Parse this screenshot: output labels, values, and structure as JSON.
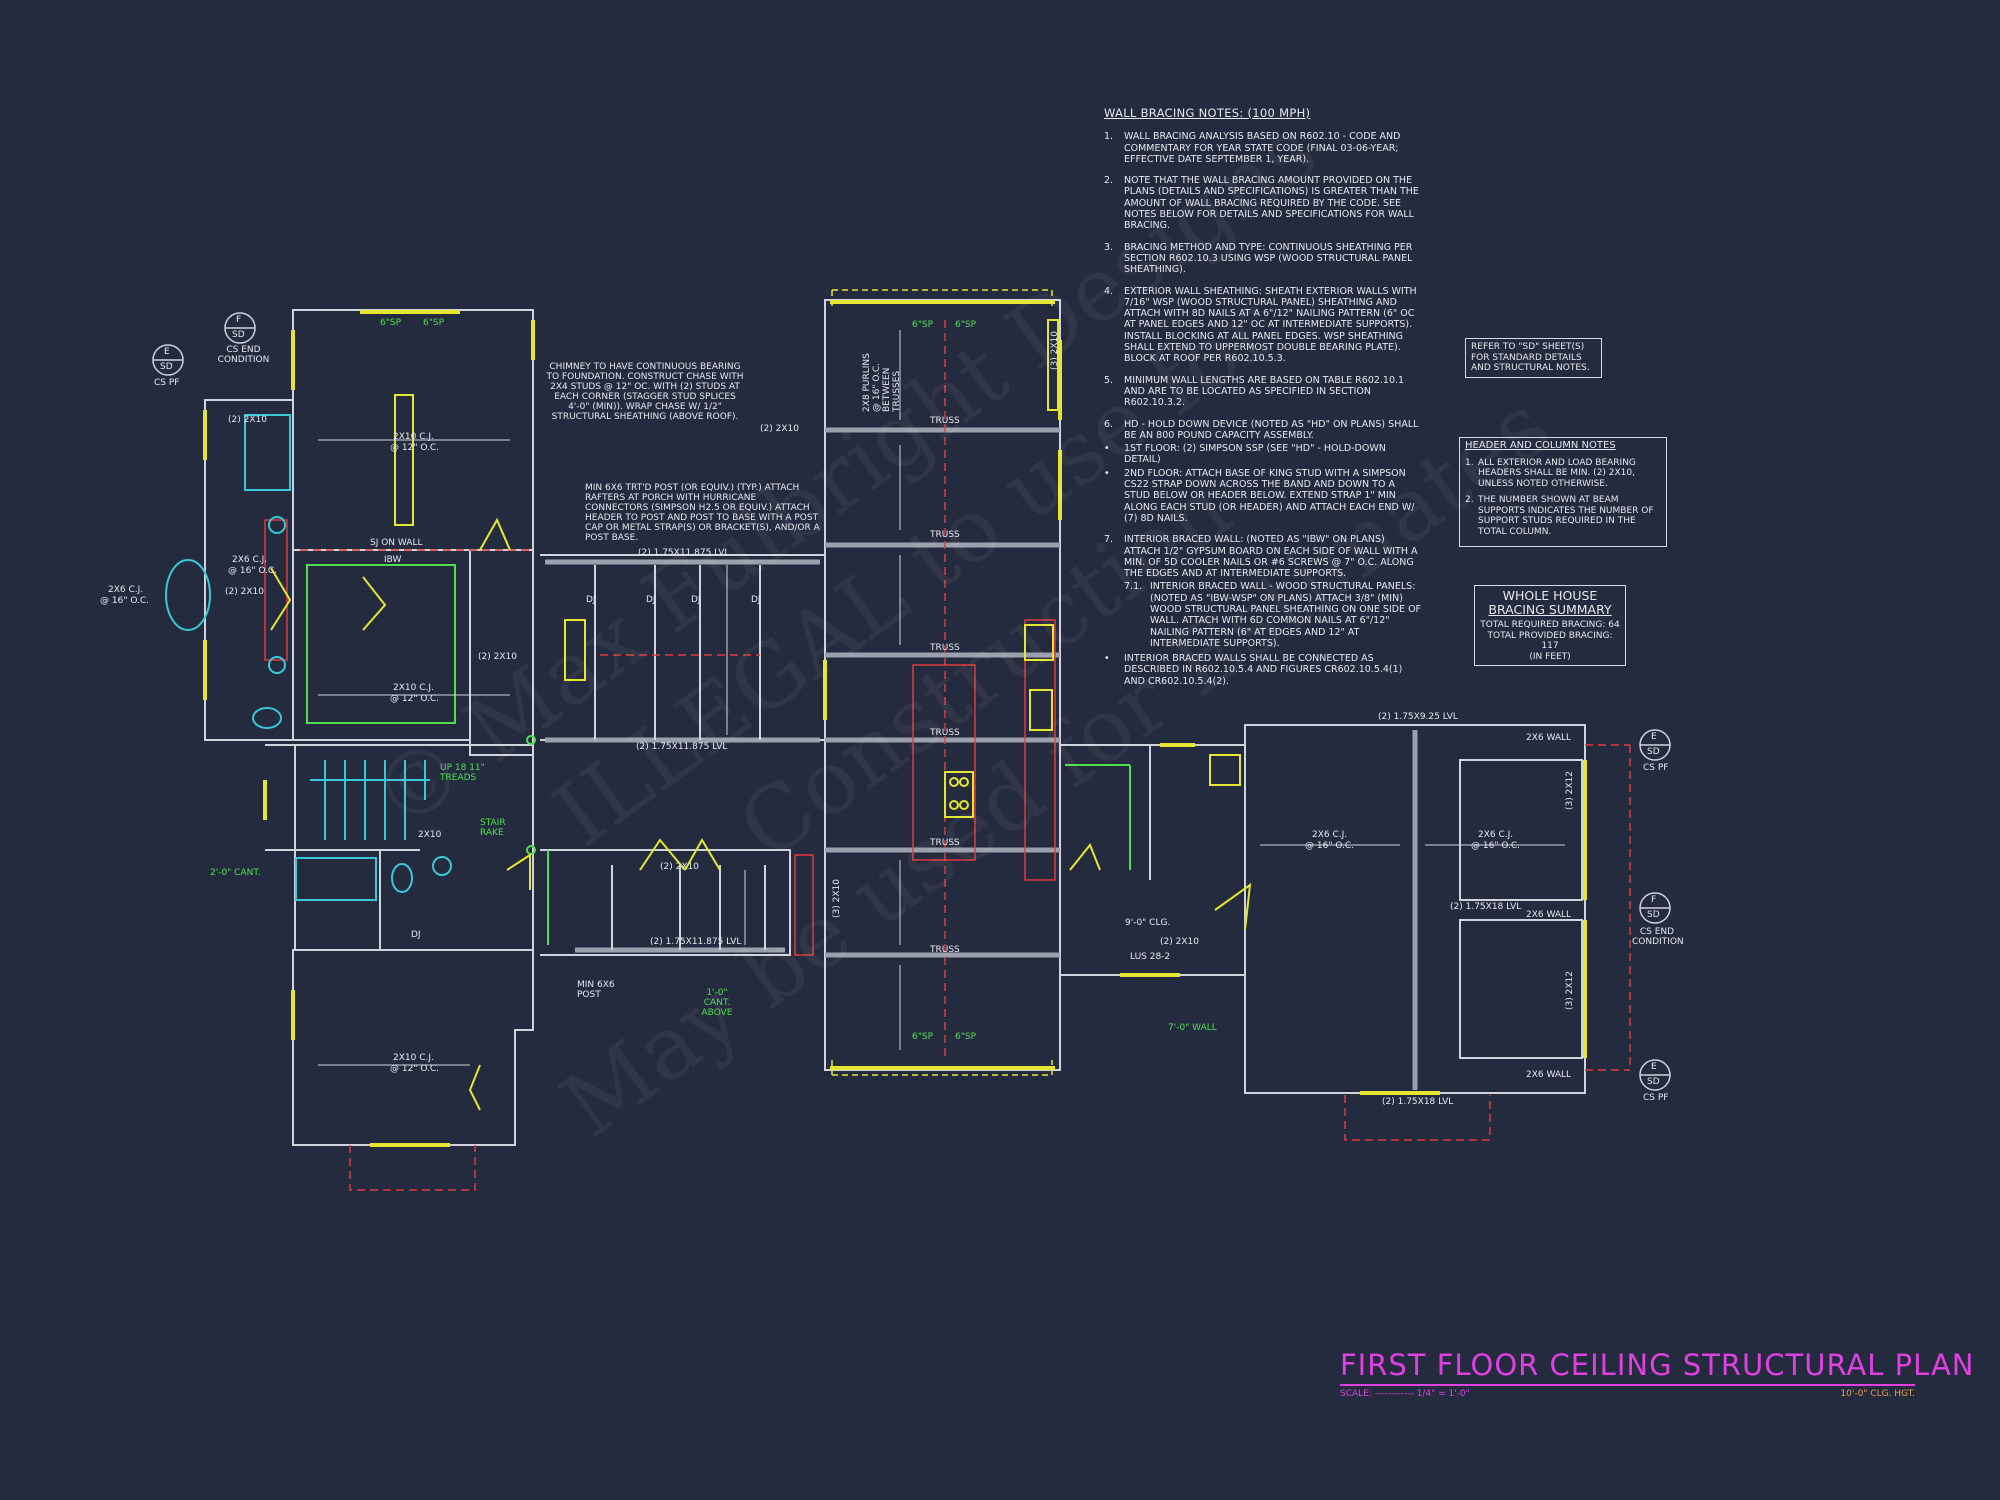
{
  "wall_bracing_notes": {
    "heading": "WALL BRACING NOTES: (100 MPH)",
    "items": [
      {
        "num": "1.",
        "text": "WALL BRACING ANALYSIS BASED ON R602.10 - CODE AND COMMENTARY FOR YEAR STATE CODE (FINAL 03-06-YEAR; EFFECTIVE DATE SEPTEMBER 1, YEAR)."
      },
      {
        "num": "2.",
        "text": "NOTE THAT THE WALL BRACING AMOUNT PROVIDED ON THE PLANS (DETAILS AND SPECIFICATIONS) IS GREATER THAN THE AMOUNT OF WALL BRACING REQUIRED BY THE CODE. SEE NOTES BELOW FOR DETAILS AND SPECIFICATIONS FOR WALL BRACING."
      },
      {
        "num": "3.",
        "text": "BRACING METHOD AND TYPE: CONTINUOUS SHEATHING PER SECTION R602.10.3 USING WSP (WOOD STRUCTURAL PANEL SHEATHING)."
      },
      {
        "num": "4.",
        "text": "EXTERIOR WALL SHEATHING: SHEATH EXTERIOR WALLS WITH 7/16\" WSP (WOOD STRUCTURAL PANEL) SHEATHING AND ATTACH WITH 8d NAILS AT A 6\"/12\" NAILING PATTERN (6\" OC AT PANEL EDGES AND 12\" OC AT INTERMEDIATE SUPPORTS). INSTALL BLOCKING AT ALL PANEL EDGES. WSP SHEATHING SHALL EXTEND TO UPPERMOST DOUBLE BEARING PLATE). BLOCK AT ROOF PER R602.10.5.3."
      },
      {
        "num": "5.",
        "text": "MINIMUM WALL LENGTHS ARE BASED ON TABLE R602.10.1 AND ARE TO BE LOCATED AS SPECIFIED IN SECTION R602.10.3.2."
      },
      {
        "num": "6.",
        "text": "HD - HOLD DOWN DEVICE (NOTED AS \"HD\" ON PLANS) SHALL BE AN 800 POUND CAPACITY ASSEMBLY."
      },
      {
        "num": "•",
        "text": "1ST FLOOR: (2) SIMPSON SSP (SEE \"HD\" - HOLD-DOWN DETAIL)"
      },
      {
        "num": "•",
        "text": "2ND FLOOR: ATTACH BASE OF KING STUD WITH A SIMPSON CS22 STRAP DOWN ACROSS THE BAND AND DOWN TO A STUD BELOW OR HEADER BELOW. EXTEND STRAP 1\" MIN ALONG EACH STUD (OR HEADER) AND ATTACH EACH END W/ (7) 8d NAILS."
      },
      {
        "num": "7.",
        "text": "INTERIOR BRACED WALL: (NOTED AS \"IBW\" ON PLANS) ATTACH 1/2\" GYPSUM BOARD ON EACH SIDE OF WALL WITH A MIN. OF 5d COOLER NAILS OR #6 SCREWS @ 7\" O.C. ALONG THE EDGES AND AT INTERMEDIATE SUPPORTS."
      },
      {
        "num": "7.1.",
        "text": "INTERIOR BRACED WALL - WOOD STRUCTURAL PANELS: (NOTED AS \"IBW-WSP\" ON PLANS) ATTACH 3/8\" (MIN) WOOD STRUCTURAL PANEL SHEATHING ON ONE SIDE OF WALL. ATTACH WITH 6d COMMON NAILS AT 6\"/12\" NAILING PATTERN (6\" AT EDGES AND 12\" AT INTERMEDIATE SUPPORTS)."
      },
      {
        "num": "•",
        "text": "INTERIOR BRACED WALLS SHALL BE CONNECTED AS DESCRIBED IN R602.10.5.4 AND FIGURES CR602.10.5.4(1) AND CR602.10.5.4(2)."
      }
    ]
  },
  "refer_box": {
    "text": "REFER TO \"SD\" SHEET(S) FOR STANDARD DETAILS AND STRUCTURAL NOTES."
  },
  "header_column_notes": {
    "heading": "HEADER AND COLUMN NOTES",
    "items": [
      {
        "num": "1.",
        "text": "ALL EXTERIOR AND LOAD BEARING HEADERS SHALL BE MIN. (2) 2x10, UNLESS NOTED OTHERWISE."
      },
      {
        "num": "2.",
        "text": "THE NUMBER SHOWN AT BEAM SUPPORTS INDICATES THE NUMBER OF SUPPORT STUDS REQUIRED IN THE TOTAL COLUMN."
      }
    ]
  },
  "bracing_summary": {
    "heading_1": "WHOLE HOUSE",
    "heading_2": "BRACING SUMMARY",
    "required": "TOTAL REQUIRED BRACING: 64",
    "provided": "TOTAL PROVIDED BRACING: 117",
    "unit": "(IN FEET)"
  },
  "title_block": {
    "title": "FIRST FLOOR CEILING STRUCTURAL PLAN",
    "scale": "SCALE: ------------ 1/4\" = 1'-0\"",
    "height": "10'-0\" CLG. HGT."
  },
  "plan_labels": {
    "chimney_note": "CHIMNEY TO HAVE CONTINUOUS BEARING TO FOUNDATION. CONSTRUCT CHASE WITH 2x4 STUDS @ 12\" OC. WITH (2) STUDS AT EACH CORNER (STAGGER STUD SPLICES 4'-0\" (MIN)). WRAP CHASE W/ 1/2\" STRUCTURAL SHEATHING (ABOVE ROOF).",
    "post_note": "MIN 6x6 TRT'D POST (OR EQUIV.) (TYP.) ATTACH RAFTERS AT PORCH WITH HURRICANE CONNECTORS (SIMPSON H2.5 OR EQUIV.) ATTACH HEADER TO POST AND POST TO BASE WITH A POST CAP OR METAL STRAP(S) OR BRACKET(S), AND/OR A POST BASE.",
    "cj_2x10_12": "2x10 C.J.",
    "oc_12": "@ 12\" O.C.",
    "cj_2x6_16": "2x6 C.J.",
    "oc_16": "@ 16\" O.C.",
    "hdr_2_2x10": "(2) 2x10",
    "sj_on_wall": "SJ ON WALL",
    "ibw": "IBW",
    "lvl_1": "(2) 1.75x11.875 LVL",
    "lvl_2": "(2) 1.75x11.875 LVL",
    "lvl_3": "(2) 1.75x11.875 LVL",
    "lvl_4": "(2) 1.75x9.25 LVL",
    "lvl_5": "(2) 1.75x18 LVL",
    "lvl_6": "(2) 1.75x18 LVL",
    "truss": "TRUSS",
    "purlins": "2x8 PURLINS @ 16\" O.C. BETWEEN TRUSSES",
    "dj": "DJ",
    "cant_2": "2'-0\" CANT.",
    "cant_1": "1'-0\" CANT. ABOVE",
    "stair_rake": "STAIR RAKE",
    "treads": "UP 18 11\" TREADS",
    "min_post": "MIN 6x6 POST",
    "clg_9": "9'-0\" CLG.",
    "lus": "LUS 28-2",
    "wall_7": "7'-0\" WALL",
    "wall_2x6": "2x6 WALL",
    "sp_6": "6\"SP",
    "cs_pf": "CS PF",
    "cs_end": "CS END CONDITION",
    "det_e": "E",
    "det_f": "F",
    "det_sd": "SD",
    "n2x10": "2x10",
    "n2x12": "(3) 2x12",
    "n3_2x10": "(3) 2x10"
  },
  "watermark": {
    "line_1": "© Max Fulbright Designs",
    "line_2": "ILLEGAL to use for Construction",
    "line_3": "May be used for Estimates"
  },
  "colors": {
    "background": "#252b3f",
    "walls": "#cfd3dc",
    "yellow": "#e6e632",
    "green": "#4de04d",
    "red": "#e03a3a",
    "cyan": "#38c8d8",
    "magenta": "#e040e0"
  }
}
